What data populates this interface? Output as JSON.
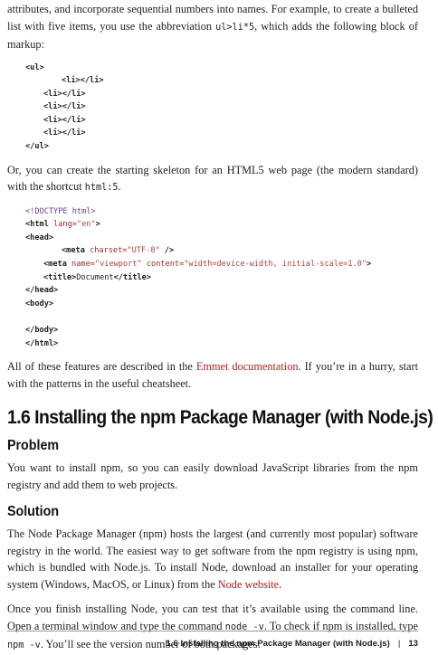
{
  "intro": {
    "line_text_a": "attributes, and incorporate sequential numbers into names. For example, to create a bulleted list with five items, you use the abbreviation ",
    "abbr": "ul>li*5",
    "line_text_b": ", which adds the following block of markup:"
  },
  "code1": {
    "open": "<ul>",
    "items": [
      "<li></li>",
      "<li></li>",
      "<li></li>",
      "<li></li>",
      "<li></li>"
    ],
    "close": "</ul>"
  },
  "para2": {
    "text_a": "Or, you can create the starting skeleton for an HTML5 web page (the modern standard) with the shortcut ",
    "shortcut": "html:5",
    "text_b": "."
  },
  "code2": {
    "doctype": "<!DOCTYPE html>",
    "html_open_tag": "<html",
    "html_lang_attr": " lang=",
    "html_lang_val": "\"en\"",
    "html_open_end": ">",
    "head_open": "<head>",
    "meta1_tag": "<meta",
    "meta1_attr": " charset=",
    "meta1_val": "\"UTF-8\"",
    "meta1_end": " />",
    "meta2_tag": "<meta",
    "meta2_attr1": " name=",
    "meta2_val1": "\"viewport\"",
    "meta2_attr2": " content=",
    "meta2_val2": "\"width=device-width, initial-scale=1.0\"",
    "meta2_end": ">",
    "title_open": "<title>",
    "title_text": "Document",
    "title_close": "</title>",
    "head_close": "</head>",
    "body_open": "<body>",
    "body_close": "</body>",
    "html_close": "</html>"
  },
  "para3": {
    "text_a": "All of these features are described in the ",
    "link": "Emmet documentation",
    "text_b": ". If you’re in a hurry, start with the patterns in the useful cheatsheet."
  },
  "section": {
    "title": "1.6 Installing the npm Package Manager (with Node.js)",
    "problem_heading": "Problem",
    "problem_text": "You want to install npm, so you can easily download JavaScript libraries from the npm registry and add them to web projects.",
    "solution_heading": "Solution",
    "solution_text_a": "The Node Package Manager (npm) hosts the largest (and currently most popular) software registry in the world. The easiest way to get software from the npm registry is using npm, which is bundled with Node.js. To install Node, download an installer for your operating system (Windows, MacOS, or Linux) from the ",
    "solution_link": "Node website",
    "solution_text_b": ".",
    "final_text_a": "Once you finish installing Node, you can test that it’s available using the command line. Open a terminal window and type the command ",
    "final_cmd1": "node -v",
    "final_text_b": ". To check if npm is installed, type ",
    "final_cmd2": "npm -v",
    "final_text_c": ". You’ll see the version number of both packages:"
  },
  "footer": {
    "running_title": "1.6 Installing the npm Package Manager (with Node.js)",
    "separator": "|",
    "page_number": "13"
  }
}
